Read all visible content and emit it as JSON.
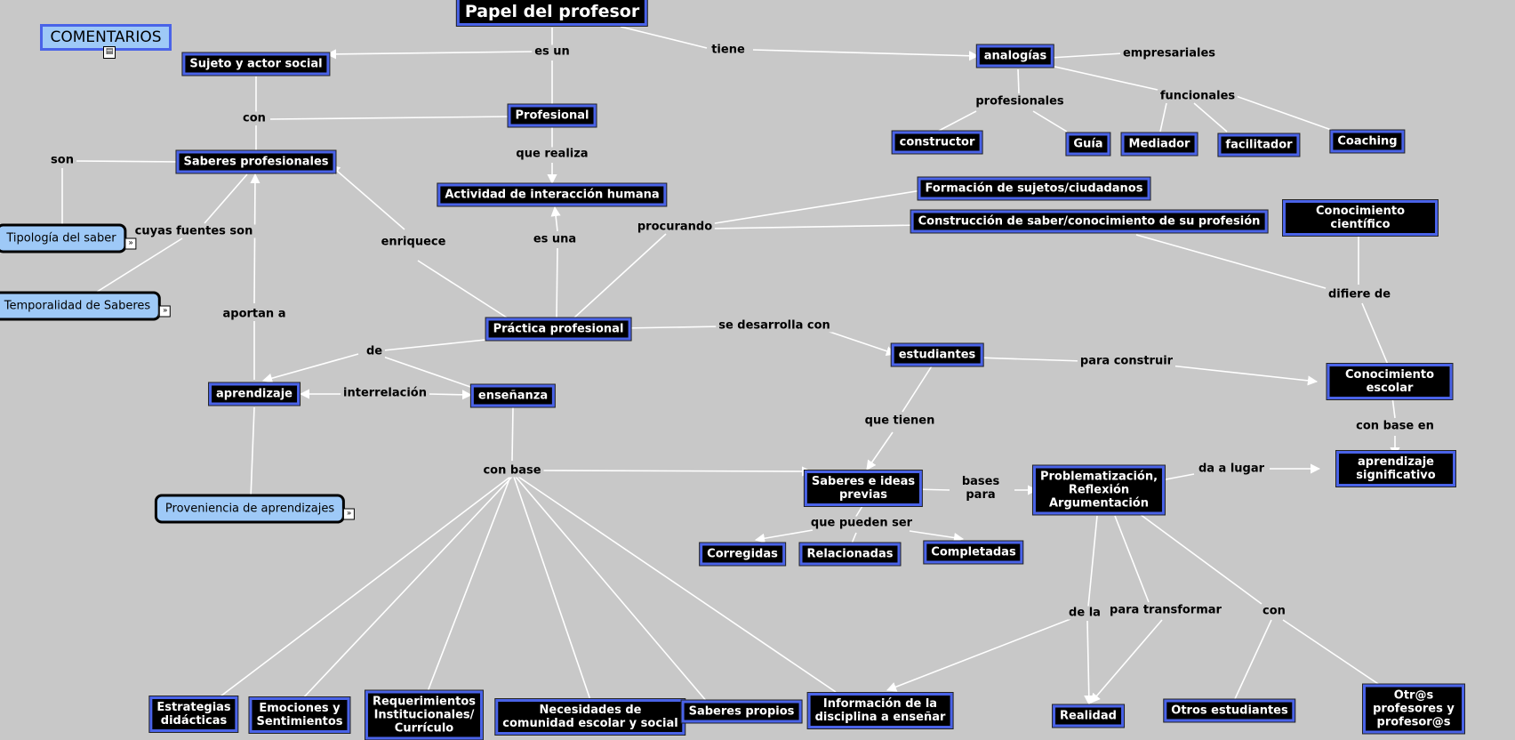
{
  "comments_label": "COMENTARIOS",
  "resource_icon": "double-chevron-icon",
  "colors": {
    "background": "#c8c8c8",
    "concept_fill": "#000000",
    "concept_border": "#4a63e8",
    "resource_fill": "#9ec9f7",
    "line": "#ffffff"
  },
  "concepts": {
    "papel": "Papel del profesor",
    "sujeto": "Sujeto y actor social",
    "profesional": "Profesional",
    "saberes_prof": "Saberes profesionales",
    "actividad": "Actividad de interacción humana",
    "practica": "Práctica profesional",
    "aprendizaje": "aprendizaje",
    "ensenanza": "enseñanza",
    "analogias": "analogías",
    "constructor": "constructor",
    "guia": "Guía",
    "mediador": "Mediador",
    "facilitador": "facilitador",
    "coaching": "Coaching",
    "formacion": "Formación de sujetos/ciudadanos",
    "construccion": "Construcción de saber/conocimiento de su profesión",
    "cientifico": "Conocimiento científico",
    "estudiantes": "estudiantes",
    "escolar": "Conocimiento escolar",
    "significativo": "aprendizaje significativo",
    "saberes_ideas": "Saberes e ideas\nprevias",
    "problematizacion": "Problematización,\nReflexión\nArgumentación",
    "corregidas": "Corregidas",
    "relacionadas": "Relacionadas",
    "completadas": "Completadas",
    "estrategias": "Estrategias\ndidácticas",
    "emociones": "Emociones y\nSentimientos",
    "requerimientos": "Requerimientos\nInstitucionales/\nCurrículo",
    "necesidades": "Necesidades de\ncomunidad escolar y social",
    "saberes_propios": "Saberes propios",
    "informacion": "Información de la\ndisciplina a enseñar",
    "realidad": "Realidad",
    "otros_est": "Otros estudiantes",
    "otros_prof": "Otr@s profesores y profesor@s"
  },
  "linking_phrases": {
    "es_un": "es un",
    "tiene": "tiene",
    "con1": "con",
    "que_realiza": "que realiza",
    "son": "son",
    "cuyas": "cuyas fuentes son",
    "enriquece": "enriquece",
    "es_una": "es una",
    "procurando": "procurando",
    "aportan": "aportan a",
    "de": "de",
    "interrelacion": "interrelación",
    "se_desarrolla": "se desarrolla con",
    "para_construir": "para construir",
    "difiere": "difiere de",
    "con_base_en": "con base en",
    "que_tienen": "que tienen",
    "con_base": "con base",
    "bases_para": "bases\npara",
    "da_lugar": "da a lugar",
    "que_pueden": "que pueden ser",
    "de_la": "de la",
    "para_transformar": "para transformar",
    "con2": "con",
    "empresariales": "empresariales",
    "profesionales": "profesionales",
    "funcionales": "funcionales"
  },
  "resources": {
    "tipologia": "Tipología del saber",
    "temporalidad": "Temporalidad de Saberes",
    "proveniencia": "Proveniencia de aprendizajes"
  }
}
